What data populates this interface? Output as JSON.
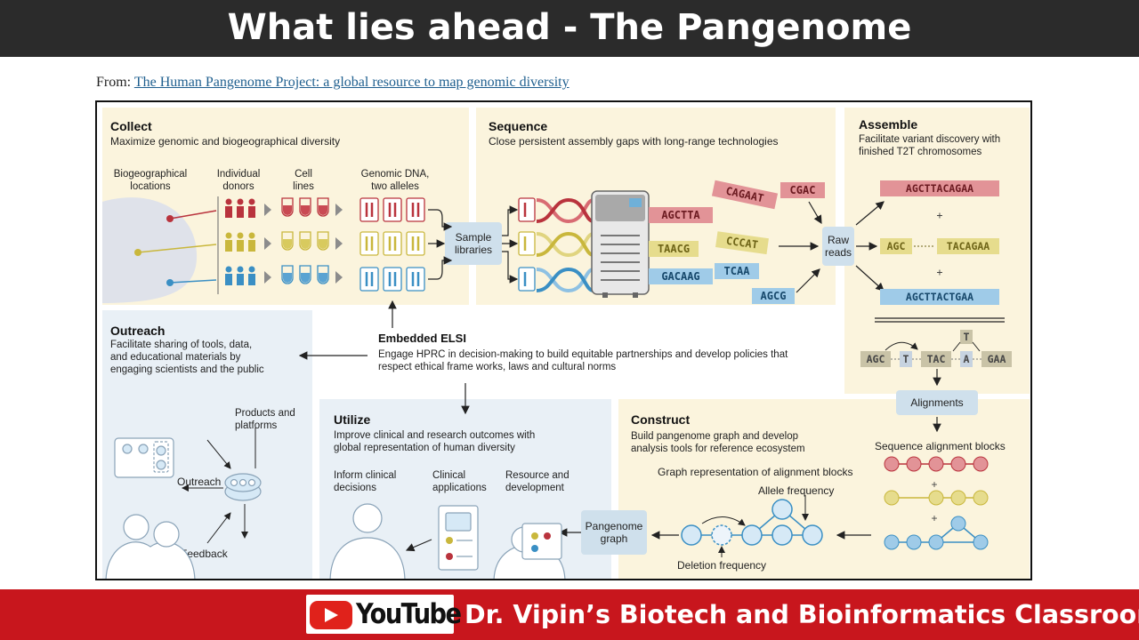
{
  "slide": {
    "title": "What lies ahead - The Pangenome"
  },
  "source": {
    "prefix": "From:",
    "link_text": "The Human Pangenome Project: a global resource to map genomic diversity"
  },
  "collect": {
    "heading": "Collect",
    "subtitle": "Maximize genomic and biogeographical diversity",
    "labels": [
      "Biogeographical locations",
      "Individual donors",
      "Cell lines",
      "Genomic DNA, two alleles"
    ],
    "sample_box": "Sample libraries"
  },
  "sequence": {
    "heading": "Sequence",
    "subtitle": "Close persistent assembly gaps with long-range technologies",
    "reads": [
      "AGCTTA",
      "TAACG",
      "GACAAG",
      "CAGAAT",
      "CGAC",
      "CCCAT",
      "TCAA",
      "AGCG"
    ],
    "raw_reads_box": "Raw reads"
  },
  "assemble": {
    "heading": "Assemble",
    "subtitle": "Facilitate variant discovery with finished T2T chromosomes",
    "seq1": "AGCTTACAGAA",
    "seq2_left": "AGC",
    "seq2_right": "TACAGAA",
    "seq3": "AGCTTACTGAA",
    "plus": "+",
    "graph_seq": [
      "AGC",
      "T",
      "TAC",
      "A",
      "GAA"
    ],
    "graph_alt": "T",
    "alignments_box": "Alignments"
  },
  "elsi": {
    "heading": "Embedded ELSI",
    "text": "Engage HPRC in decision-making to build equitable partnerships and develop policies that respect ethical frame works, laws and cultural norms"
  },
  "outreach": {
    "heading": "Outreach",
    "subtitle": "Facilitate sharing of tools, data, and educational materials by engaging scientists and the public",
    "products_label": "Products and platforms",
    "outreach_label": "Outreach",
    "feedback_label": "Feedback"
  },
  "utilize": {
    "heading": "Utilize",
    "subtitle": "Improve clinical and research outcomes with global representation of human diversity",
    "items": [
      "Inform clinical decisions",
      "Clinical applications",
      "Resource and development"
    ],
    "pangenome_box": "Pangenome graph"
  },
  "construct": {
    "heading": "Construct",
    "subtitle": "Build pangenome graph and develop analysis tools for reference ecosystem",
    "graph_label": "Graph representation of alignment blocks",
    "allele_label": "Allele frequency",
    "deletion_label": "Deletion frequency",
    "blocks_label": "Sequence alignment blocks"
  },
  "footer": {
    "youtube_text": "YouTube",
    "channel": "Dr. Vipin’s Biotech and Bioinformatics Classroom"
  },
  "colors": {
    "red": "#b9333d",
    "yellow": "#c9b73c",
    "blue": "#3a8fc4",
    "panel_yellow": "#fbf4dd",
    "panel_blue": "#e9f0f6",
    "footer_red": "#c8161d"
  }
}
